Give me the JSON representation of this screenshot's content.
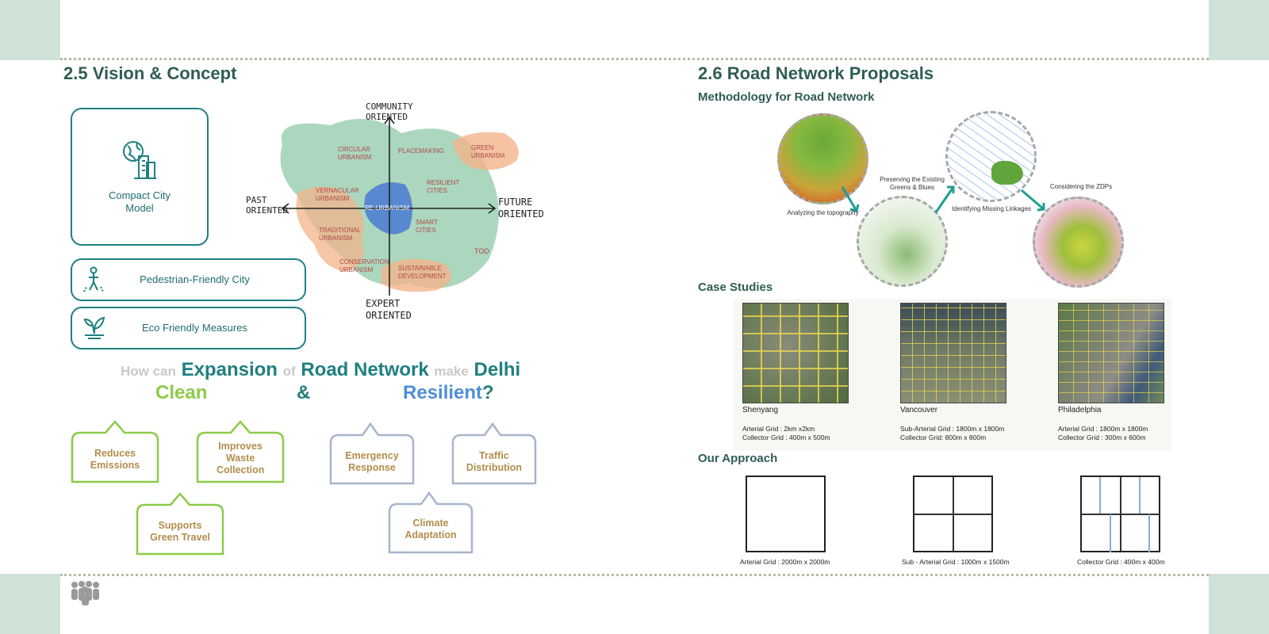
{
  "left_page": {
    "title": "2.5 Vision & Concept",
    "cards": [
      {
        "label": "Compact City Model",
        "icon": "globe-building-icon"
      },
      {
        "label": "Pedestrian-Friendly City",
        "icon": "pedestrian-icon"
      },
      {
        "label": "Eco Friendly Measures",
        "icon": "leaf-icon"
      }
    ],
    "concept_diagram": {
      "axes": {
        "top": "COMMUNITY ORIENTED",
        "left": "PAST ORIENTED",
        "right": "FUTURE ORIENTED",
        "bottom": "EXPERT ORIENTED"
      },
      "labels": [
        {
          "text": "CIRCULAR URBANISM"
        },
        {
          "text": "PLACEMAKING"
        },
        {
          "text": "GREEN URBANISM"
        },
        {
          "text": "RESILIENT CITIES"
        },
        {
          "text": "VERNACULAR URBANISM"
        },
        {
          "text": "RE-URBANISM"
        },
        {
          "text": "SMART CITIES"
        },
        {
          "text": "TRADITIONAL URBANISM"
        },
        {
          "text": "TOD"
        },
        {
          "text": "CONSERVATION URBANISM"
        },
        {
          "text": "SUSTAINABLE DEVELOPMENT"
        }
      ]
    },
    "question": {
      "how_can": "How can",
      "expansion": "Expansion",
      "of": "of",
      "road_network": "Road Network",
      "make": "make",
      "delhi": "Delhi",
      "clean": "Clean",
      "amp": "&",
      "resilient": "Resilient",
      "qmark": "?"
    },
    "benefits_green": [
      "Reduces Emissions",
      "Improves Waste Collection",
      "Supports Green Travel"
    ],
    "benefits_blue": [
      "Emergency Response",
      "Traffic Distribution",
      "Climate Adaptation"
    ]
  },
  "right_page": {
    "title": "2.6 Road Network Proposals",
    "methodology_title": "Methodology for Road Network",
    "methodology_steps": [
      "Analyzing the topography",
      "Preserving the Existing Greens & Blues",
      "Identifying Missing Linkages",
      "Considering the ZDPs"
    ],
    "case_studies_title": "Case Studies",
    "case_studies": [
      {
        "city": "Shenyang",
        "line1": "Arterial Grid : 2km x2km",
        "line2": "Collector Grid : 400m x 500m"
      },
      {
        "city": "Vancouver",
        "line1": "Sub-Arterial Grid : 1800m x 1800m",
        "line2": "Collector Grid: 800m x 800m"
      },
      {
        "city": "Philadelphia",
        "line1": "Arterial Grid : 1800m x 1800m",
        "line2": "Collector Grid :  300m x 600m"
      }
    ],
    "approach_title": "Our Approach",
    "approach": [
      "Arterial Grid : 2000m x 2000m",
      "Sub - Arterial Grid : 1000m x 1500m",
      "Collector Grid : 400m x 400m"
    ]
  },
  "footer": {
    "icon": "people-group-icon"
  },
  "colors": {
    "title": "#2f5d54",
    "teal": "#1f7f80",
    "green": "#8ccb48",
    "blue": "#4f8fd6",
    "bubble_text": "#b38d4c",
    "corner": "#cfe2d7"
  }
}
